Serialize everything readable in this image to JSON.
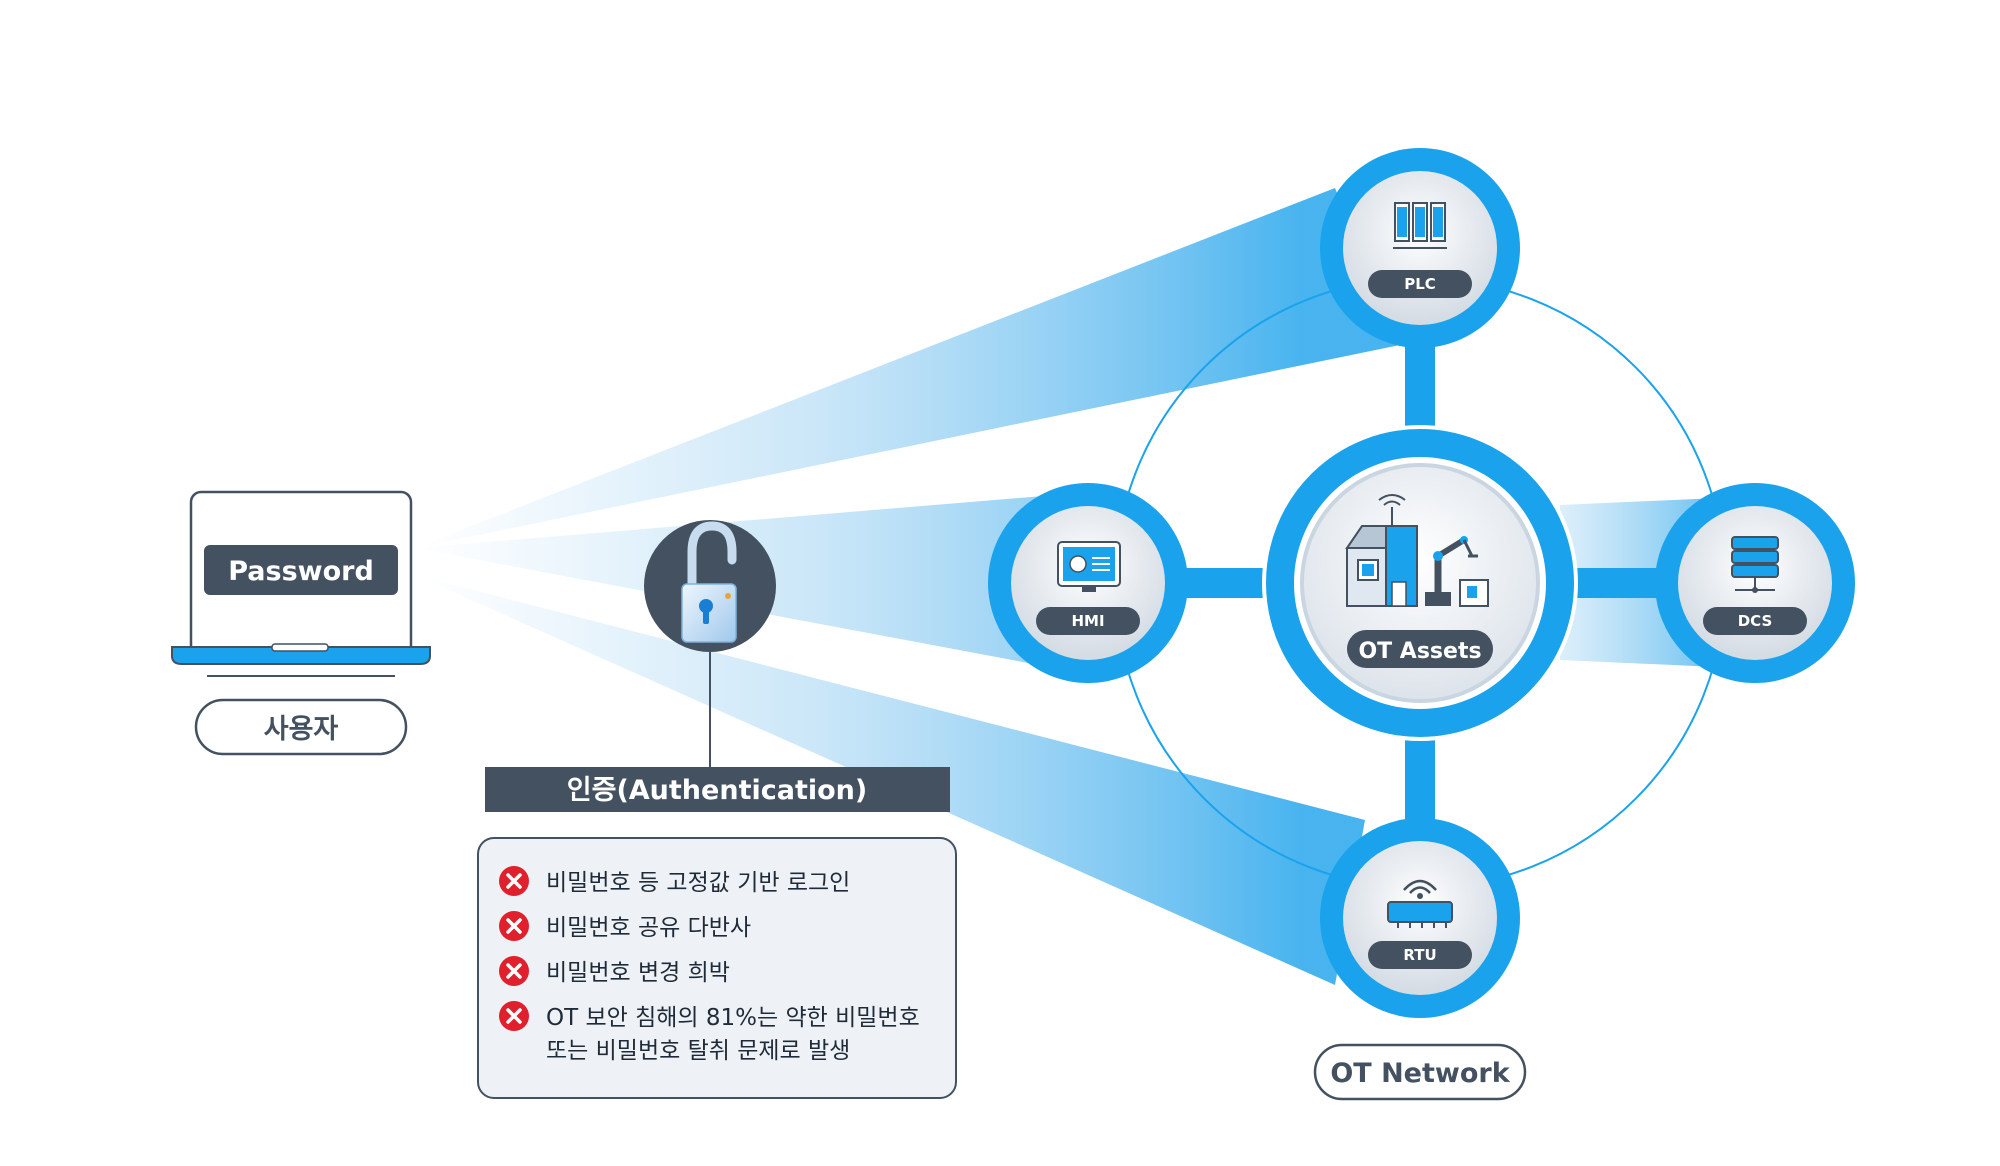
{
  "user": {
    "password_label": "Password",
    "caption": "사용자"
  },
  "auth": {
    "title": "인증(Authentication)",
    "issues": [
      {
        "line1": "비밀번호 등 고정값 기반 로그인",
        "line2": ""
      },
      {
        "line1": "비밀번호 공유 다반사",
        "line2": ""
      },
      {
        "line1": "비밀번호 변경 희박",
        "line2": ""
      },
      {
        "line1": "OT 보안 침해의 81%는 약한 비밀번호",
        "line2": "또는 비밀번호 탈취 문제로 발생"
      }
    ]
  },
  "network": {
    "center_label": "OT Assets",
    "caption": "OT Network",
    "nodes": {
      "plc": "PLC",
      "hmi": "HMI",
      "dcs": "DCS",
      "rtu": "RTU"
    }
  },
  "colors": {
    "accent": "#1aa3ec",
    "dark": "#445160",
    "error": "#e0202c",
    "beam": "#8cc9f0"
  },
  "icons": [
    "laptop-icon",
    "unlock-icon",
    "error-x-icon",
    "plc-icon",
    "hmi-icon",
    "dcs-icon",
    "rtu-icon",
    "factory-icon",
    "robot-arm-icon"
  ]
}
